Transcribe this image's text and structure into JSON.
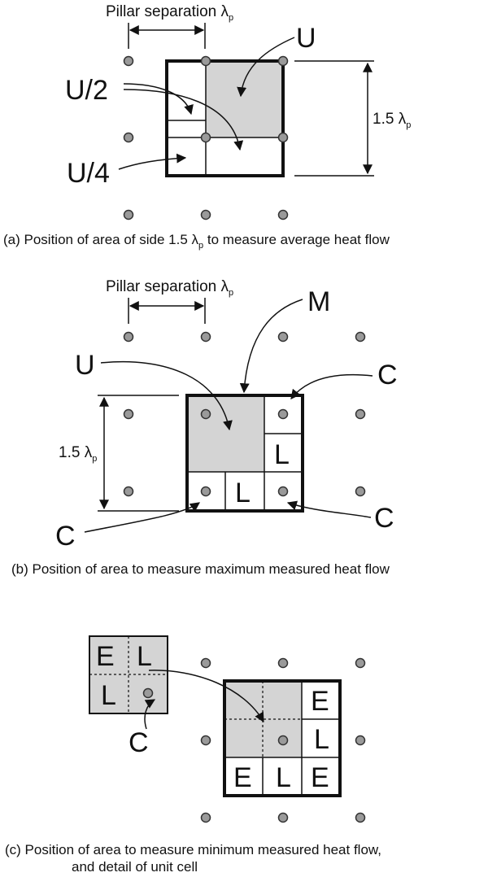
{
  "panel_a": {
    "sep_label": "Pillar separation λ",
    "sep_sub": "p",
    "label_U": "U",
    "label_U2": "U/2",
    "label_U4": "U/4",
    "dim_label": "1.5 λ",
    "dim_sub": "p",
    "caption_pre": "(a) Position of area of side 1.5 λ",
    "caption_sub": "p",
    "caption_post": " to measure average heat flow"
  },
  "panel_b": {
    "sep_label": "Pillar separation λ",
    "sep_sub": "p",
    "label_U": "U",
    "label_M": "M",
    "label_C_top": "C",
    "label_C_left": "C",
    "label_C_right": "C",
    "label_L_right": "L",
    "label_L_bottom": "L",
    "dim_label": "1.5 λ",
    "dim_sub": "p",
    "caption": "(b) Position of area to measure maximum measured heat flow"
  },
  "panel_c": {
    "detail_E": "E",
    "detail_L_top": "L",
    "detail_L_bottom": "L",
    "label_C": "C",
    "grid_E_top": "E",
    "grid_L_mid": "L",
    "grid_E_bl": "E",
    "grid_L_bm": "L",
    "grid_E_br": "E",
    "caption_line1": "(c) Position of area to measure minimum measured heat flow,",
    "caption_line2": "and detail of unit cell"
  }
}
